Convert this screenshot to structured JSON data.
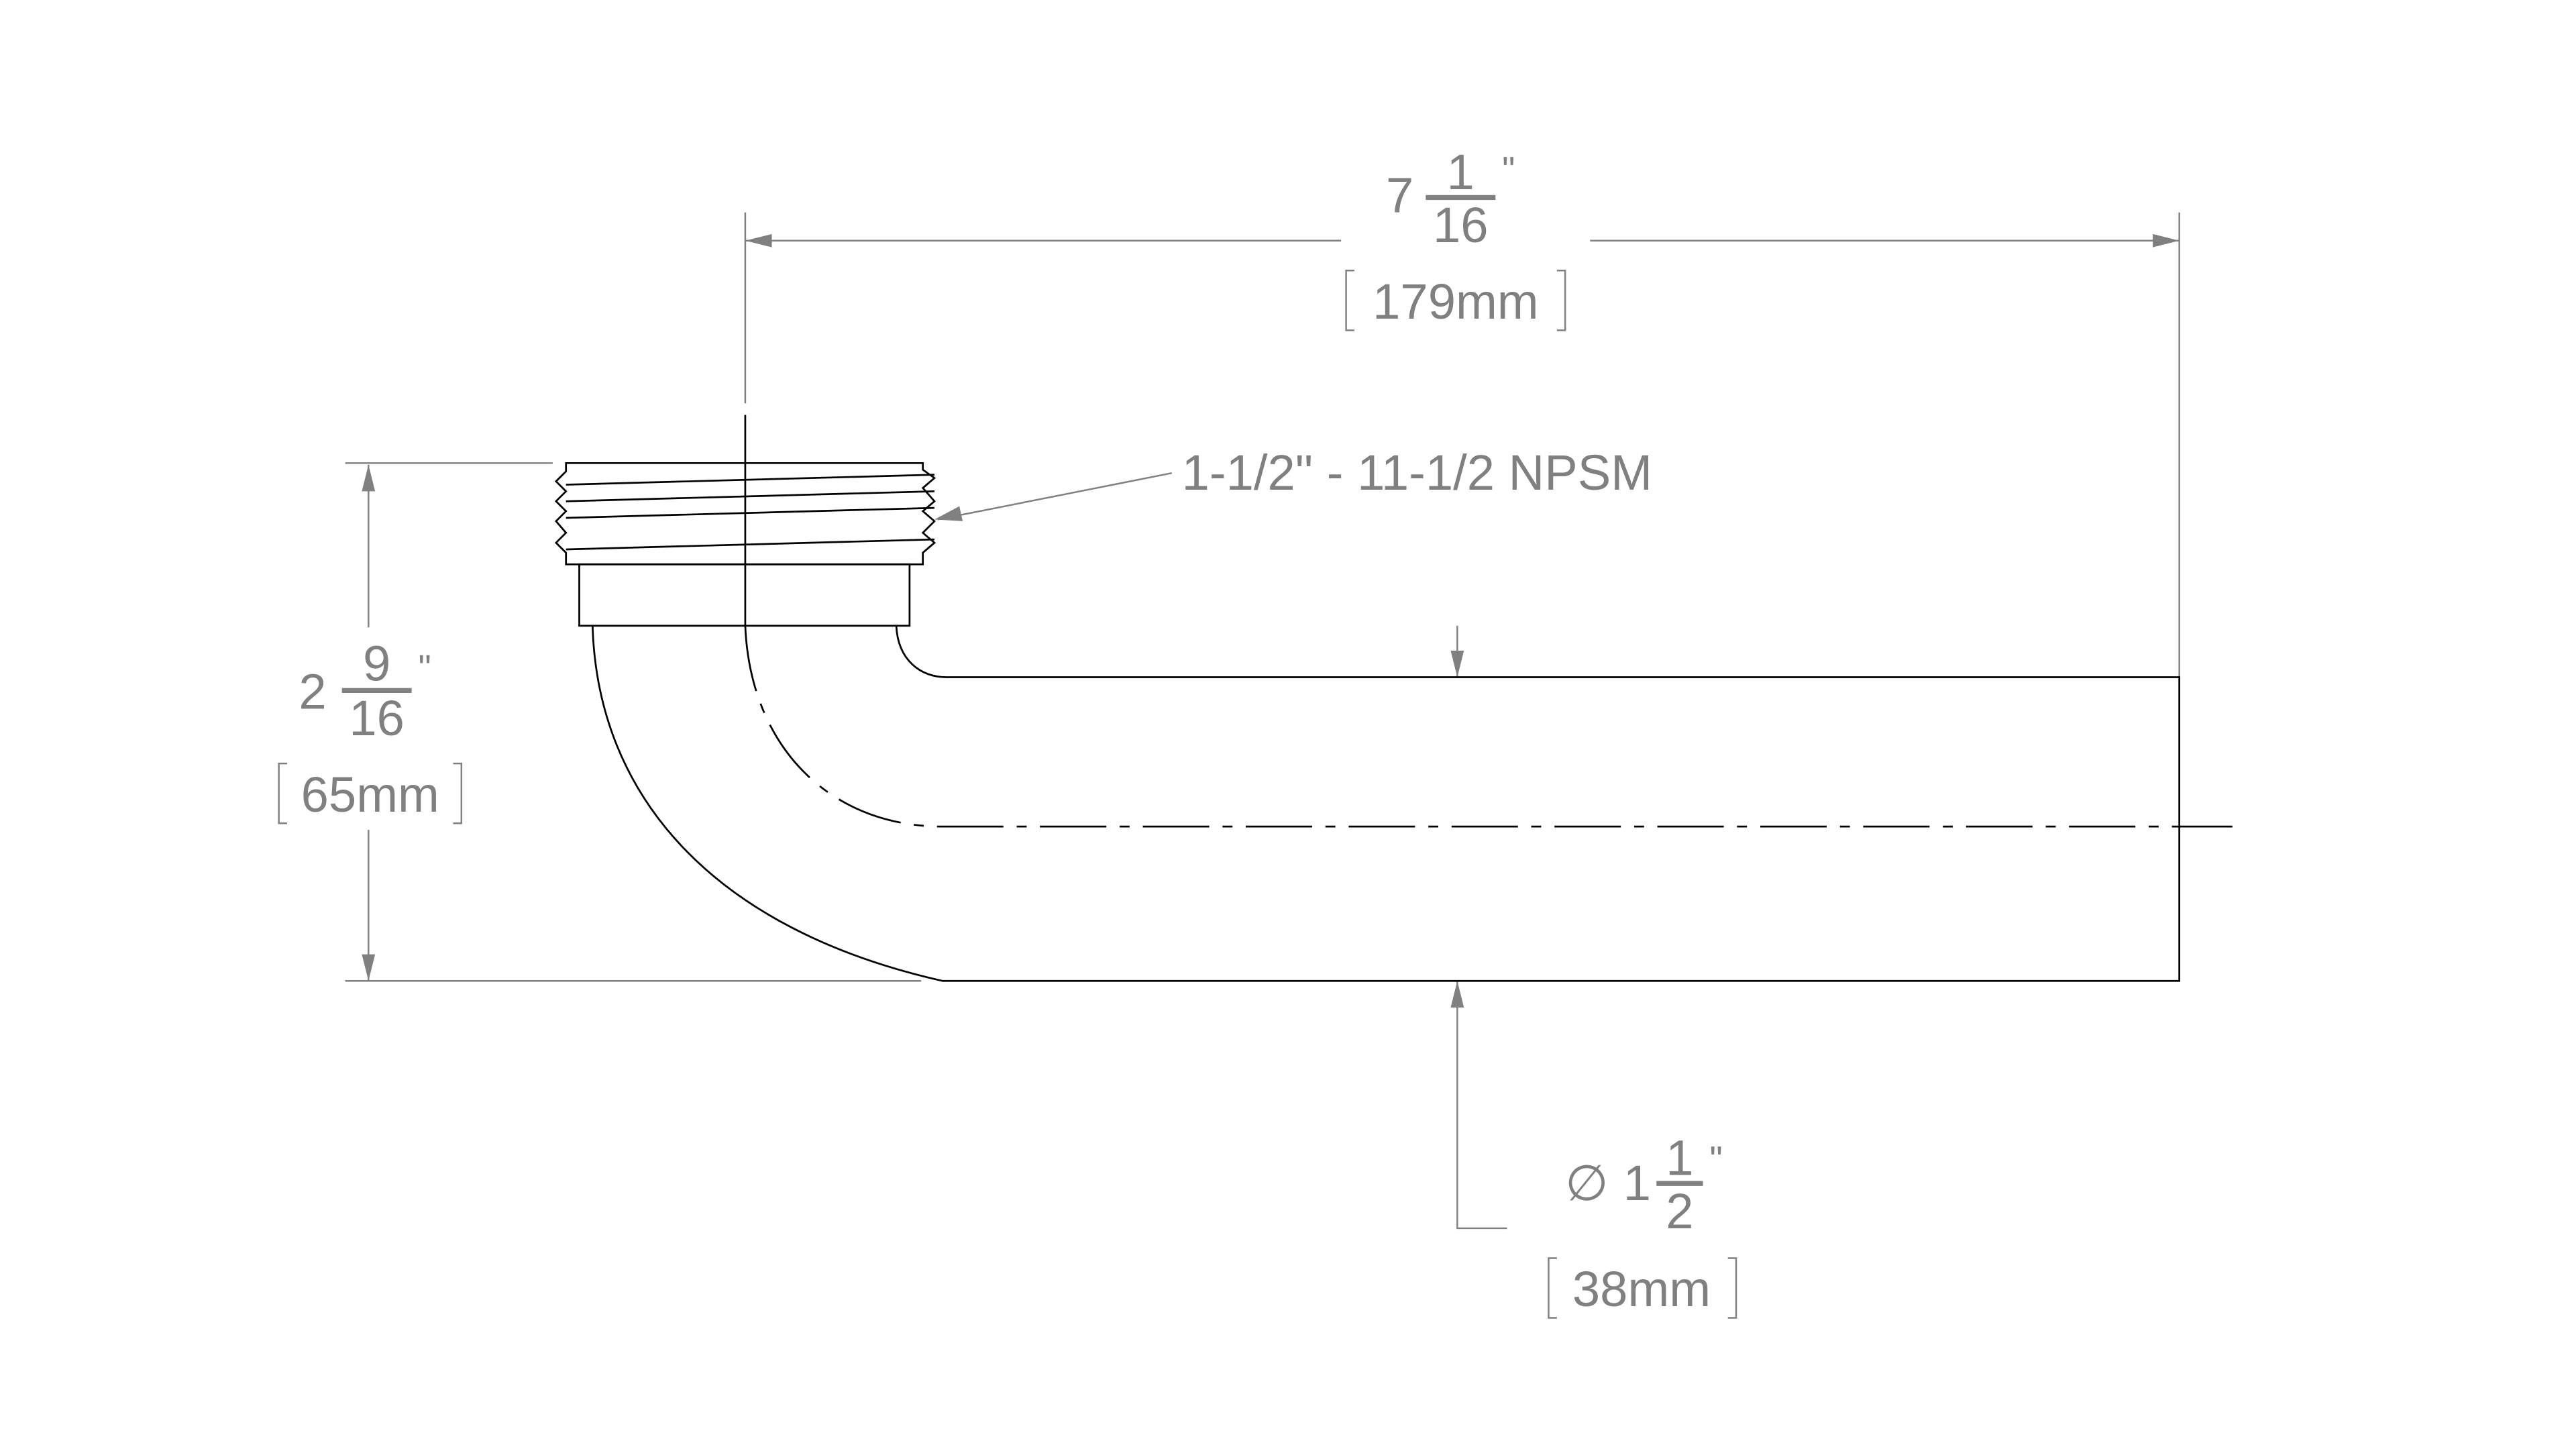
{
  "title": "Pipe elbow dimension drawing",
  "colors": {
    "dimension": "#808080",
    "part": "#000000"
  },
  "dimensions": {
    "length": {
      "whole": "7",
      "numerator": "1",
      "denominator": "16",
      "unit": "\"",
      "metric": "179mm"
    },
    "height": {
      "whole": "2",
      "numerator": "9",
      "denominator": "16",
      "unit": "\"",
      "metric": "65mm"
    },
    "diameter": {
      "symbol": "∅",
      "whole": "1",
      "numerator": "1",
      "denominator": "2",
      "unit": "\"",
      "metric": "38mm"
    }
  },
  "thread_callout": "1-1/2\" - 11-1/2 NPSM"
}
